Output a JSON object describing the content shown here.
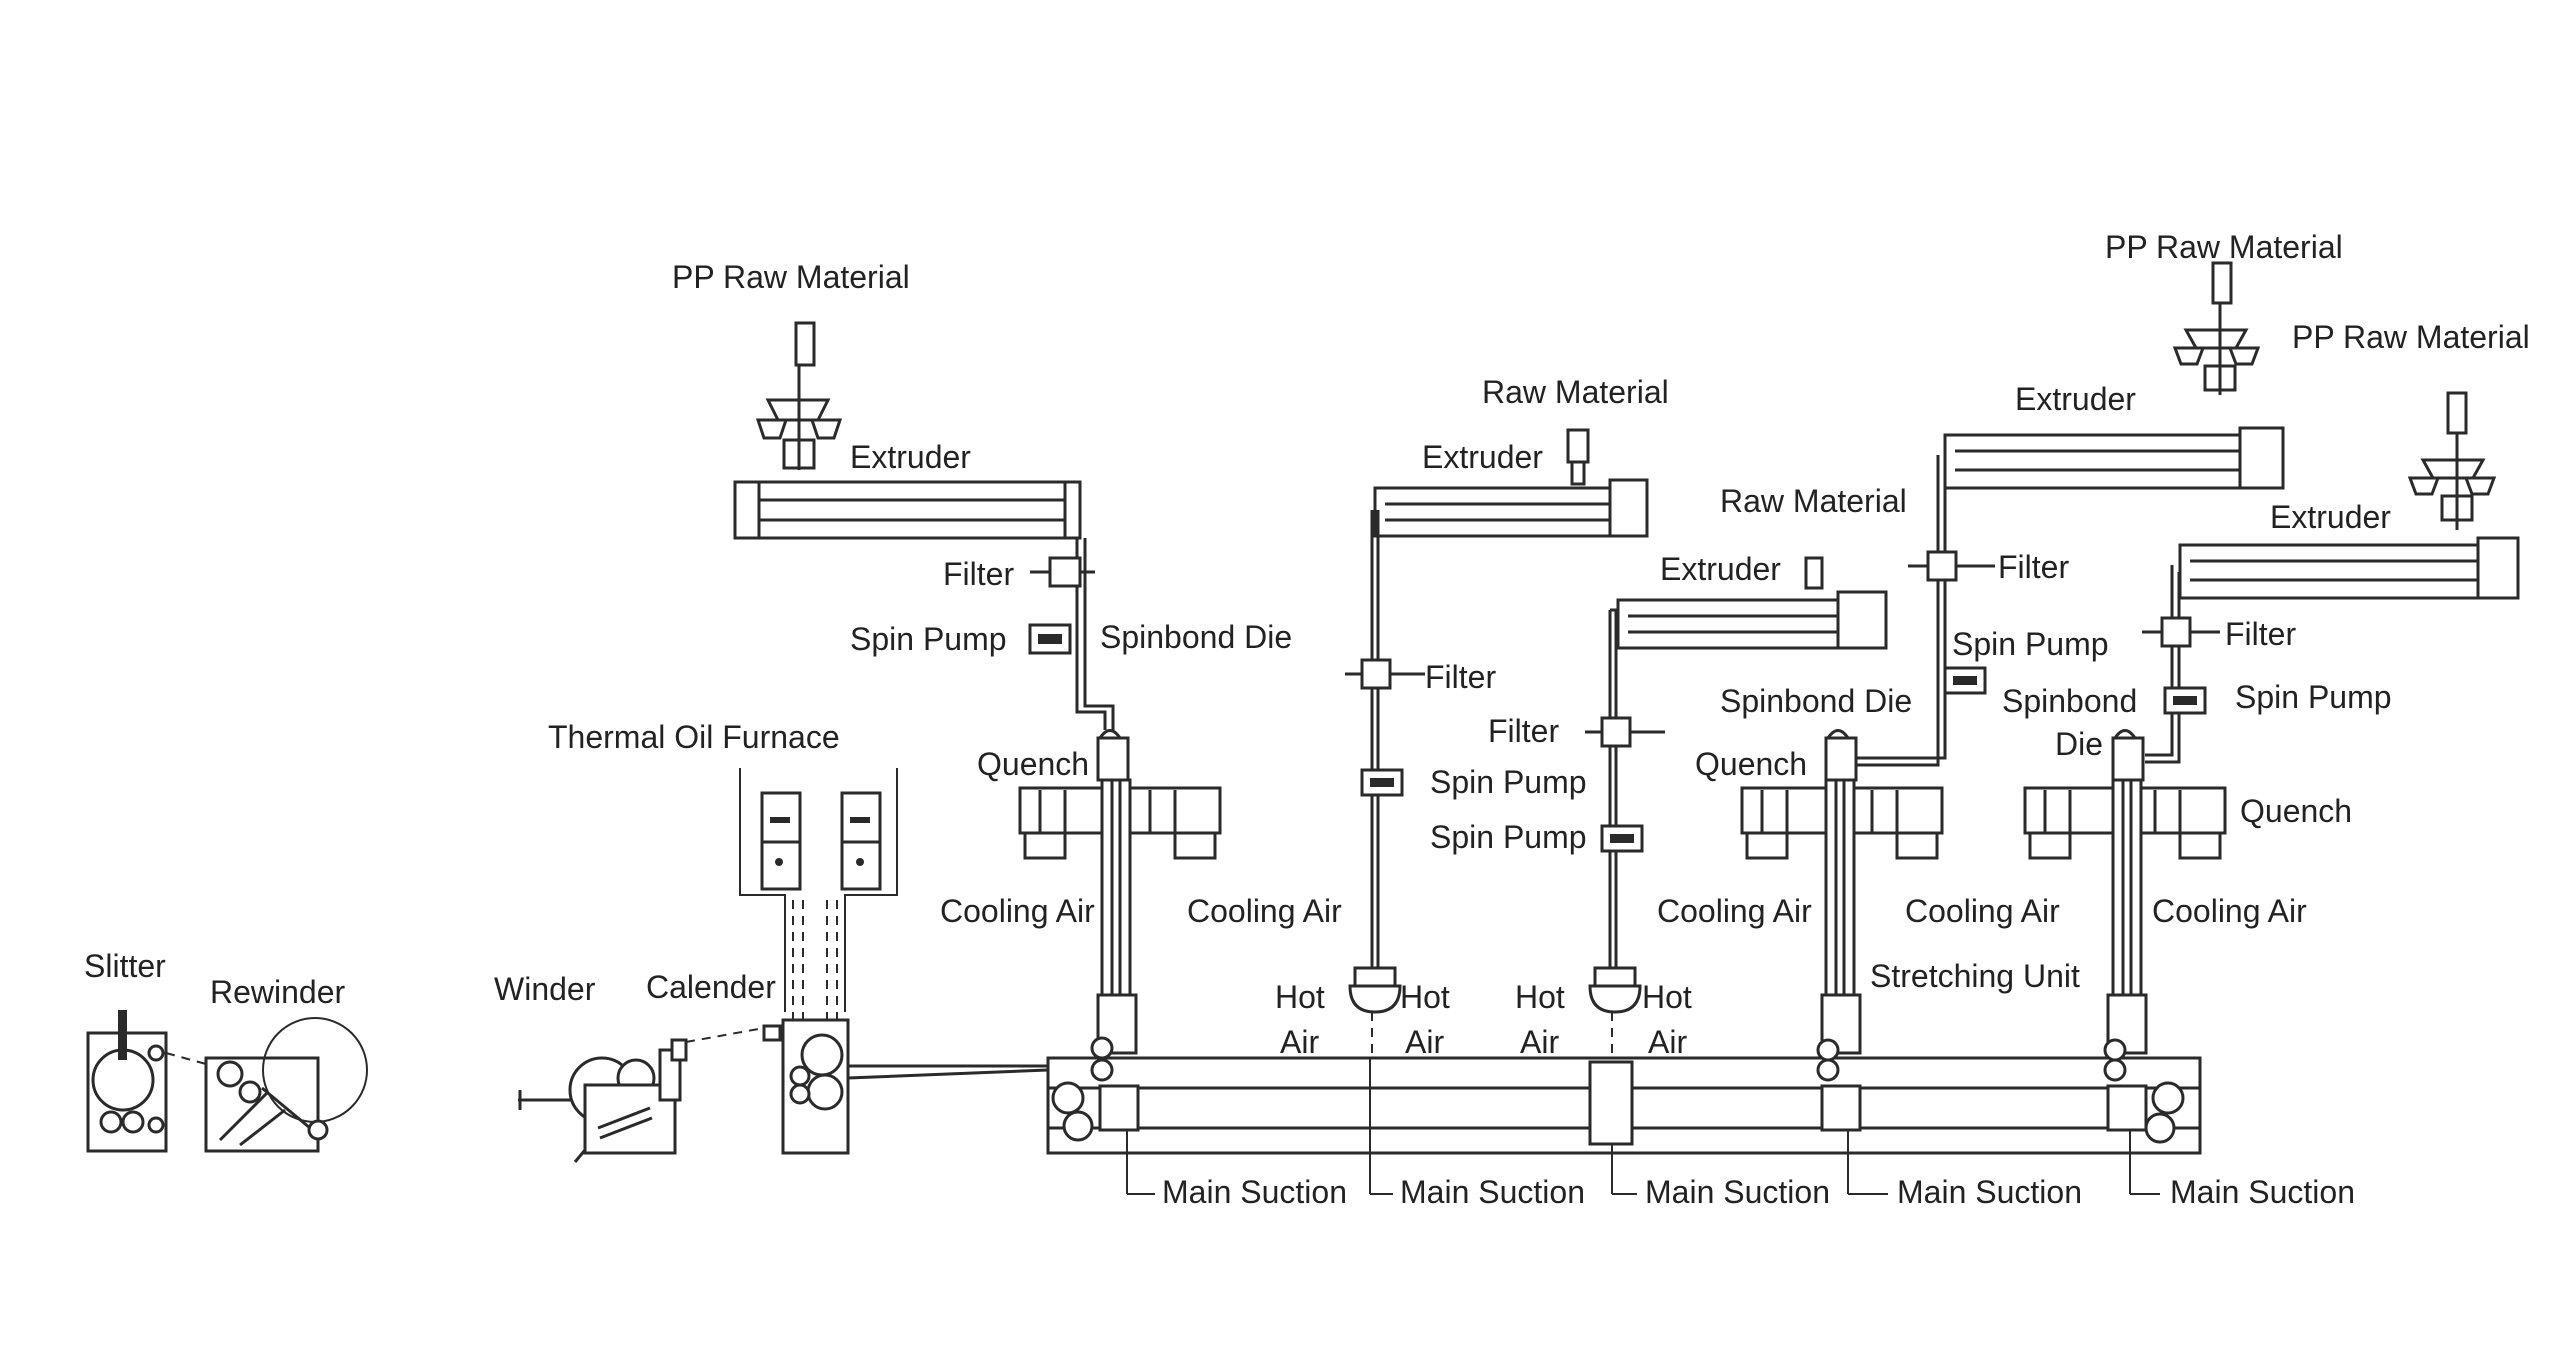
{
  "labels": {
    "pp_raw_material": "PP Raw Material",
    "raw_material": "Raw Material",
    "extruder": "Extruder",
    "filter": "Filter",
    "spin_pump": "Spin Pump",
    "spinbond_die": "Spinbond Die",
    "spinbond": "Spinbond",
    "die": "Die",
    "quench": "Quench",
    "cooling_air": "Cooling Air",
    "thermal_oil_furnace": "Thermal Oil Furnace",
    "slitter": "Slitter",
    "rewinder": "Rewinder",
    "winder": "Winder",
    "calender": "Calender",
    "hot": "Hot",
    "air": "Air",
    "stretching_unit": "Stretching Unit",
    "main_suction": "Main Suction"
  }
}
